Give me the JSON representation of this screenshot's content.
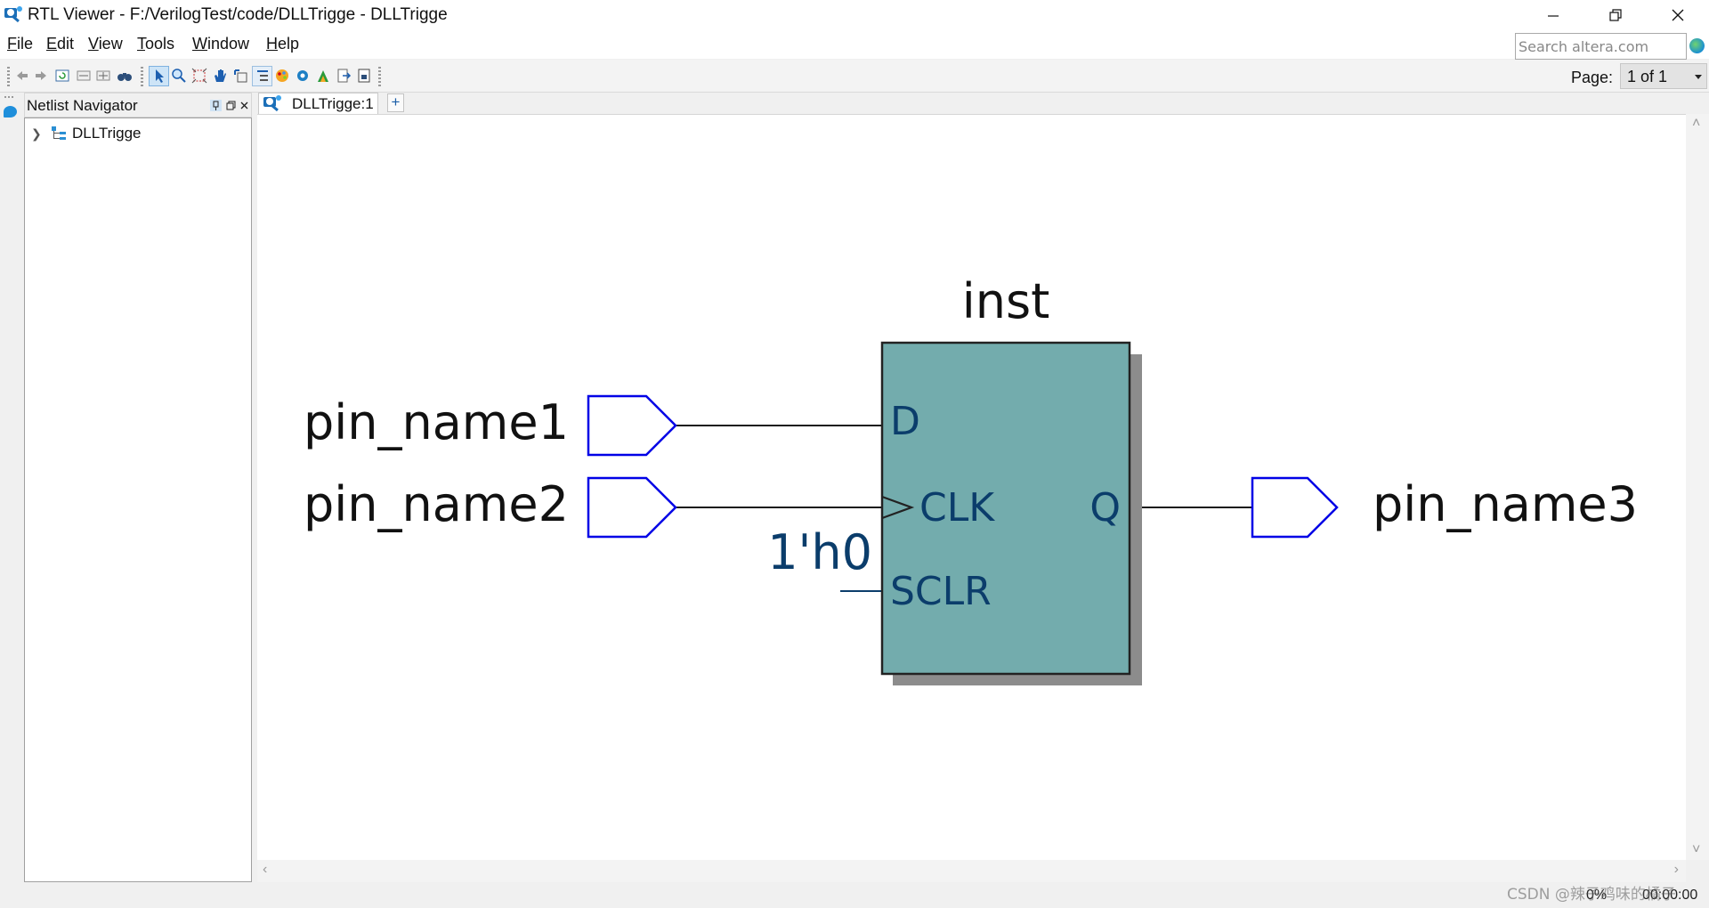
{
  "window": {
    "title": "RTL Viewer - F:/VerilogTest/code/DLLTrigge - DLLTrigge",
    "controls": [
      "minimize",
      "restore",
      "close"
    ]
  },
  "menu": {
    "items": [
      {
        "underline": "F",
        "rest": "ile"
      },
      {
        "underline": "E",
        "rest": "dit"
      },
      {
        "underline": "V",
        "rest": "iew"
      },
      {
        "underline": "T",
        "rest": "ools"
      },
      {
        "underline": "W",
        "rest": "indow"
      },
      {
        "underline": "H",
        "rest": "elp"
      }
    ],
    "search_placeholder": "Search altera.com"
  },
  "toolbar": {
    "page_label": "Page:",
    "page_value": "1 of 1",
    "icons": [
      "back-icon",
      "forward-icon",
      "refresh-icon",
      "collapse-icon",
      "expand-icon",
      "binoculars-icon",
      "select-pointer-icon",
      "zoom-icon",
      "fit-icon",
      "hand-icon",
      "region-icon",
      "list-icon",
      "palette-icon",
      "settings-icon",
      "filter-icon",
      "export-icon",
      "page-icon"
    ]
  },
  "navigator": {
    "title": "Netlist Navigator",
    "tree": [
      {
        "label": "DLLTrigge",
        "expanded": false
      }
    ]
  },
  "tabs": [
    {
      "label": "DLLTrigge:1",
      "active": true
    }
  ],
  "schematic": {
    "instance": {
      "name": "inst",
      "ports_left": [
        "D",
        "CLK",
        "SCLR"
      ],
      "ports_right": [
        "Q"
      ],
      "fill": "#73acad",
      "constant": "1'h0"
    },
    "inputs": [
      "pin_name1",
      "pin_name2"
    ],
    "outputs": [
      "pin_name3"
    ],
    "pin_color": "#0000e6",
    "port_text_color": "#0b3d6b"
  },
  "status": {
    "progress": "0%",
    "time": "00:00:00"
  },
  "watermark": "CSDN @辣子鸡味的橘子"
}
